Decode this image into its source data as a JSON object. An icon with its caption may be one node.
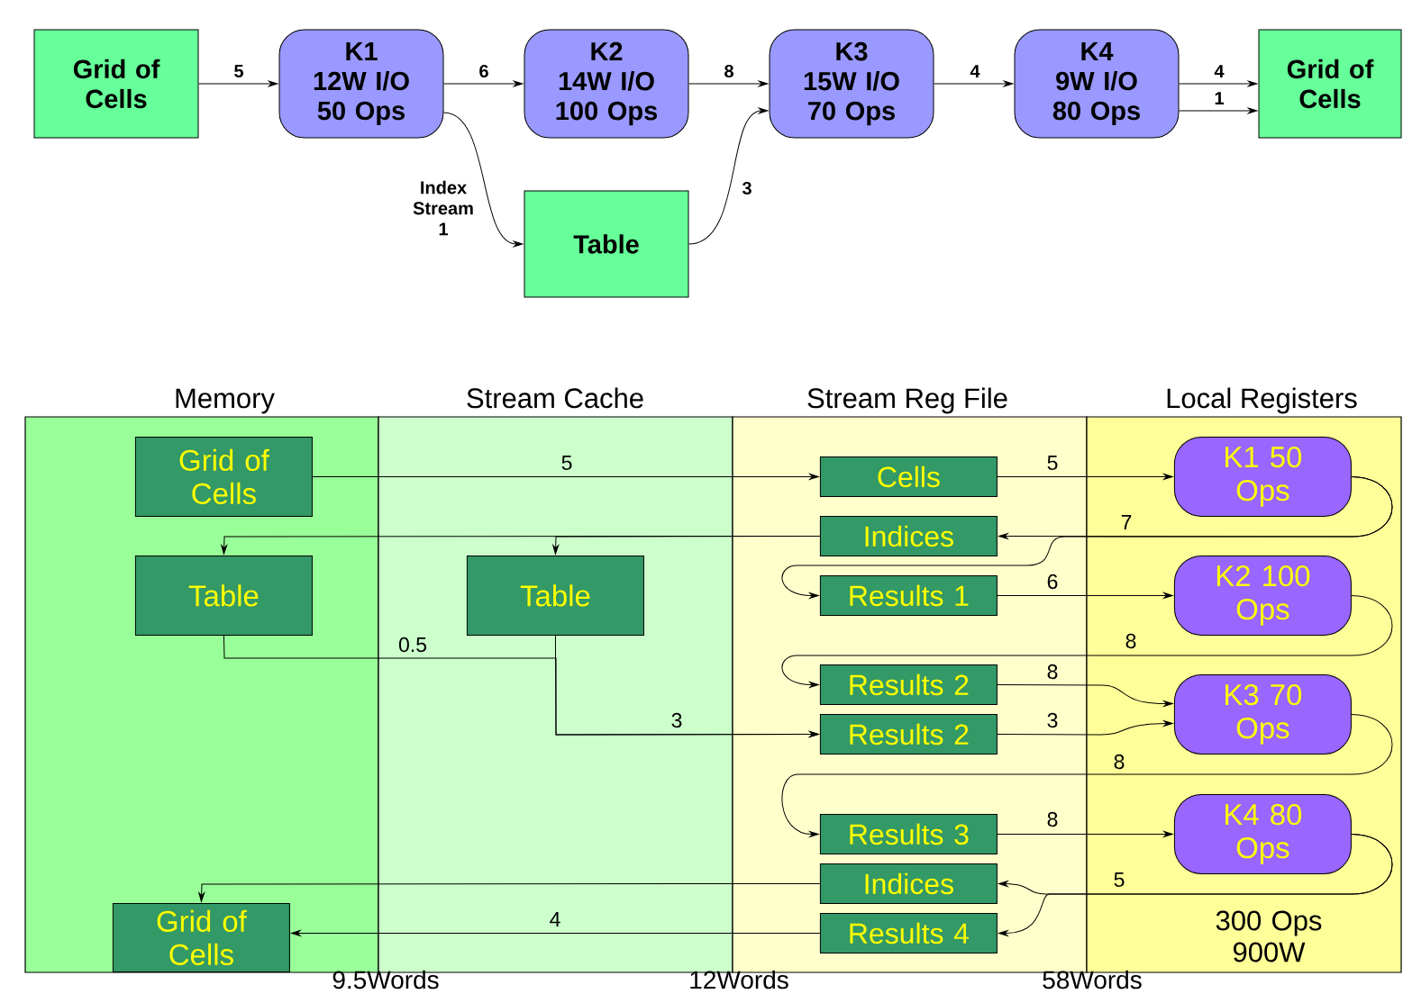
{
  "diagram": {
    "nodes": [
      {
        "text": [
          "Grid of Cells"
        ]
      },
      {
        "text": [
          "K1",
          "12W I/O",
          "50 Ops"
        ]
      },
      {
        "text": [
          "K2",
          "14W I/O",
          "100 Ops"
        ]
      },
      {
        "text": [
          "K3",
          "15W I/O",
          "70 Ops"
        ]
      },
      {
        "text": [
          "K4",
          "9W I/O",
          "80 Ops"
        ]
      },
      {
        "text": [
          "Grid of Cells"
        ]
      },
      {
        "text": [
          "Table"
        ]
      },
      {
        "text": [
          "Memory"
        ]
      },
      {
        "text": [
          "Stream Cache"
        ]
      },
      {
        "text": [
          "Stream Reg File"
        ]
      },
      {
        "text": [
          "Local Registers",
          "300 Ops 900W"
        ]
      },
      {
        "text": [
          "Grid of Cells"
        ],
        "in": 7
      },
      {
        "text": [
          "Table"
        ],
        "in": 7
      },
      {
        "text": [
          "Grid of Cells"
        ],
        "in": 7
      },
      {
        "text": [
          "Table"
        ],
        "in": 8
      },
      {
        "text": [
          "Cells"
        ],
        "in": 9
      },
      {
        "text": [
          "Indices"
        ],
        "in": 9
      },
      {
        "text": [
          "Results 1"
        ],
        "in": 9
      },
      {
        "text": [
          "Results 2"
        ],
        "in": 9
      },
      {
        "text": [
          "Results 2"
        ],
        "in": 9
      },
      {
        "text": [
          "Results 3"
        ],
        "in": 9
      },
      {
        "text": [
          "Indices"
        ],
        "in": 9
      },
      {
        "text": [
          "Results 4"
        ],
        "in": 9
      },
      {
        "text": [
          "K1 50 Ops"
        ],
        "in": 10
      },
      {
        "text": [
          "K2 100 Ops"
        ],
        "in": 10
      },
      {
        "text": [
          "K3 70 Ops"
        ],
        "in": 10
      },
      {
        "text": [
          "K4 80 Ops"
        ],
        "in": 10
      }
    ],
    "edges": [
      {
        "from": 0,
        "to": 1,
        "arrow": "to",
        "label": "5"
      },
      {
        "from": 1,
        "to": 2,
        "arrow": "to",
        "label": "6"
      },
      {
        "from": 2,
        "to": 3,
        "arrow": "to",
        "label": "8"
      },
      {
        "from": 3,
        "to": 4,
        "arrow": "to",
        "label": "4"
      },
      {
        "from": 4,
        "to": 5,
        "arrow": "to",
        "label": "4"
      },
      {
        "from": 4,
        "to": 5,
        "arrow": "to",
        "label": "1"
      },
      {
        "from": 1,
        "to": 6,
        "arrow": "to",
        "label": "Index Stream 1"
      },
      {
        "from": 6,
        "to": 3,
        "arrow": "to",
        "label": "3"
      },
      {
        "from": 11,
        "to": 15,
        "arrow": "to",
        "label": "5"
      },
      {
        "from": 15,
        "to": 23,
        "arrow": "to",
        "label": "5"
      },
      {
        "from": 23,
        "to": 16,
        "arrow": "to",
        "label": "7"
      },
      {
        "from": 23,
        "to": 17,
        "arrow": "to"
      },
      {
        "from": 16,
        "to": 12,
        "arrow": "to"
      },
      {
        "from": 16,
        "to": 14,
        "arrow": "to"
      },
      {
        "from": 17,
        "to": 24,
        "arrow": "to",
        "label": "6"
      },
      {
        "from": 24,
        "to": 18,
        "arrow": "to",
        "label": "8"
      },
      {
        "from": 18,
        "to": 25,
        "arrow": "to",
        "label": "8"
      },
      {
        "from": 12,
        "to": 19,
        "arrow": "to",
        "label": "0.5"
      },
      {
        "from": 14,
        "to": 19,
        "arrow": "to",
        "label": "3"
      },
      {
        "from": 19,
        "to": 25,
        "arrow": "to",
        "label": "3"
      },
      {
        "from": 25,
        "to": 20,
        "arrow": "to",
        "label": "8"
      },
      {
        "from": 20,
        "to": 26,
        "arrow": "to",
        "label": "8"
      },
      {
        "from": 26,
        "to": 21,
        "arrow": "to",
        "label": "5"
      },
      {
        "from": 26,
        "to": 22,
        "arrow": "to"
      },
      {
        "from": 21,
        "to": 13,
        "arrow": "to"
      },
      {
        "from": 22,
        "to": 13,
        "arrow": "to",
        "label": "4"
      }
    ],
    "labels": [
      "9.5Words",
      "12Words",
      "58Words"
    ]
  }
}
